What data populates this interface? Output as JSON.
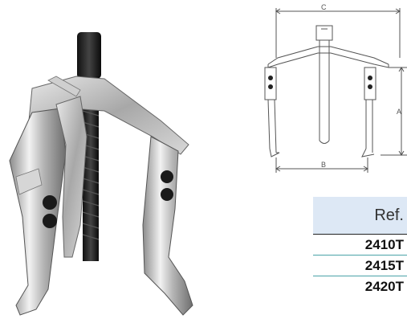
{
  "drawing": {
    "dim_c": "C",
    "dim_a": "A",
    "dim_b": "B"
  },
  "table": {
    "header": "Ref.",
    "rows": [
      "2410T",
      "2415T",
      "2420T"
    ]
  },
  "colors": {
    "header_bg": "#dde8f5",
    "row_divider": "#4aa3a8",
    "header_divider": "#222222"
  }
}
